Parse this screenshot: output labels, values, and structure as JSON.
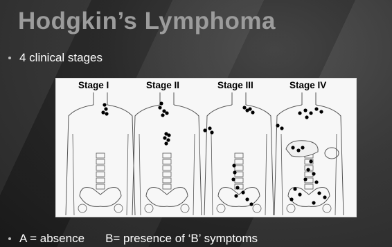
{
  "slide": {
    "title": "Hodgkin’s Lymphoma",
    "bullet1": "4 clinical stages",
    "bullet2_a": "A = absence",
    "bullet2_b": "B= presence of ‘B’ symptoms"
  },
  "figure": {
    "stages": [
      "Stage I",
      "Stage II",
      "Stage III",
      "Stage IV"
    ]
  },
  "colors": {
    "title": "#9c9c9c",
    "text": "#ffffff",
    "panel": "#f7f7f7"
  }
}
